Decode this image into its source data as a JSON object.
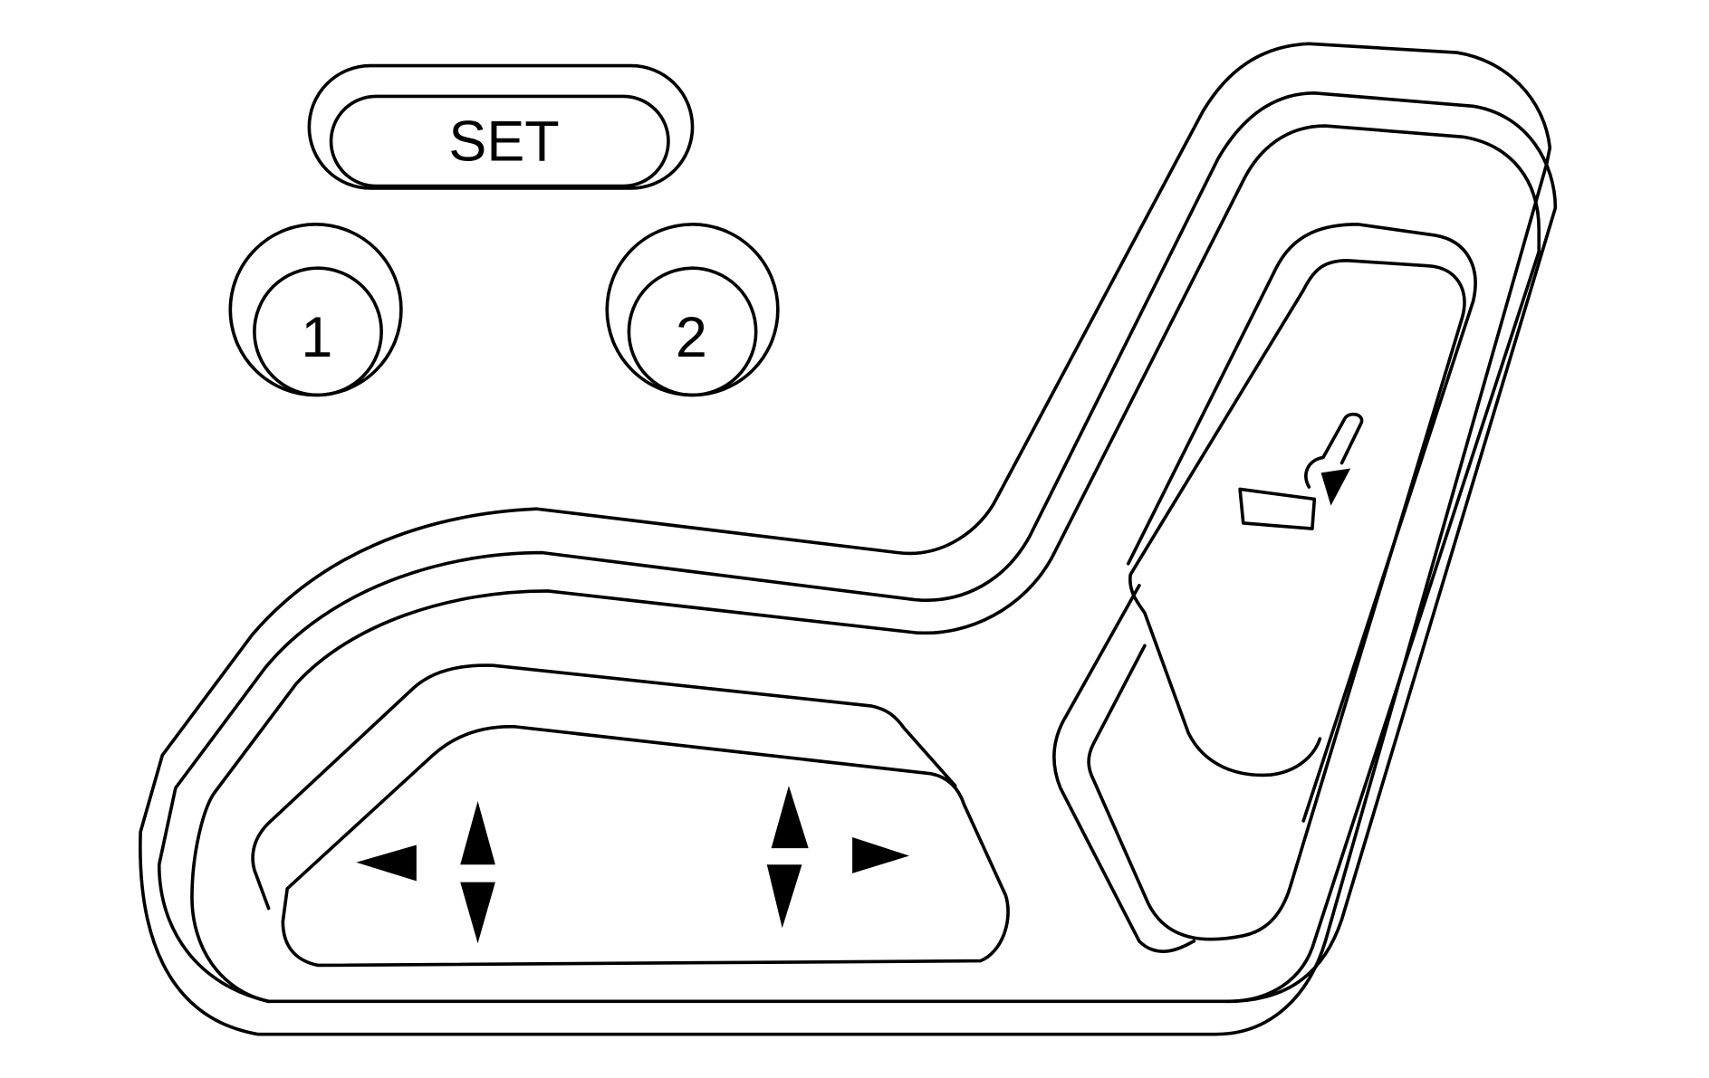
{
  "memory_buttons": {
    "set_label": "SET",
    "button_1_label": "1",
    "button_2_label": "2"
  },
  "icons": {
    "cushion_forward_back": "horizontal-arrows-icon",
    "cushion_front_height": "vertical-arrows-icon",
    "cushion_rear_height": "vertical-arrows-icon",
    "lumbar": "seat-lumbar-icon"
  },
  "colors": {
    "line": "#000000",
    "background": "#ffffff"
  }
}
